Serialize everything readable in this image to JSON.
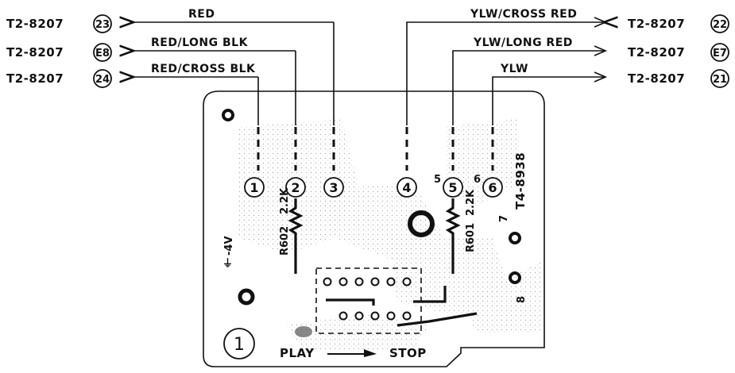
{
  "connectors_left": [
    {
      "ref": "T2-8207",
      "num": "23"
    },
    {
      "ref": "T2-8207",
      "num": "E8"
    },
    {
      "ref": "T2-8207",
      "num": "24"
    }
  ],
  "connectors_right": [
    {
      "ref": "T2-8207",
      "num": "22"
    },
    {
      "ref": "T2-8207",
      "num": "E7"
    },
    {
      "ref": "T2-8207",
      "num": "21"
    }
  ],
  "wires_left": [
    "RED",
    "RED/LONG BLK",
    "RED/CROSS BLK"
  ],
  "wires_right": [
    "YLW/CROSS RED",
    "YLW/LONG RED",
    "YLW"
  ],
  "pins": [
    "1",
    "2",
    "3",
    "4",
    "5",
    "6"
  ],
  "resistors": [
    {
      "ref": "R602",
      "value": "2.2K"
    },
    {
      "ref": "R601",
      "value": "2.2K"
    }
  ],
  "board_code": "T4-8938",
  "voltage_label": "-4V",
  "ground_symbol": "⏚",
  "pin_extra": [
    "5",
    "6",
    "7",
    "8"
  ],
  "board_number": "1",
  "switch_labels": {
    "play": "PLAY",
    "stop": "STOP"
  }
}
